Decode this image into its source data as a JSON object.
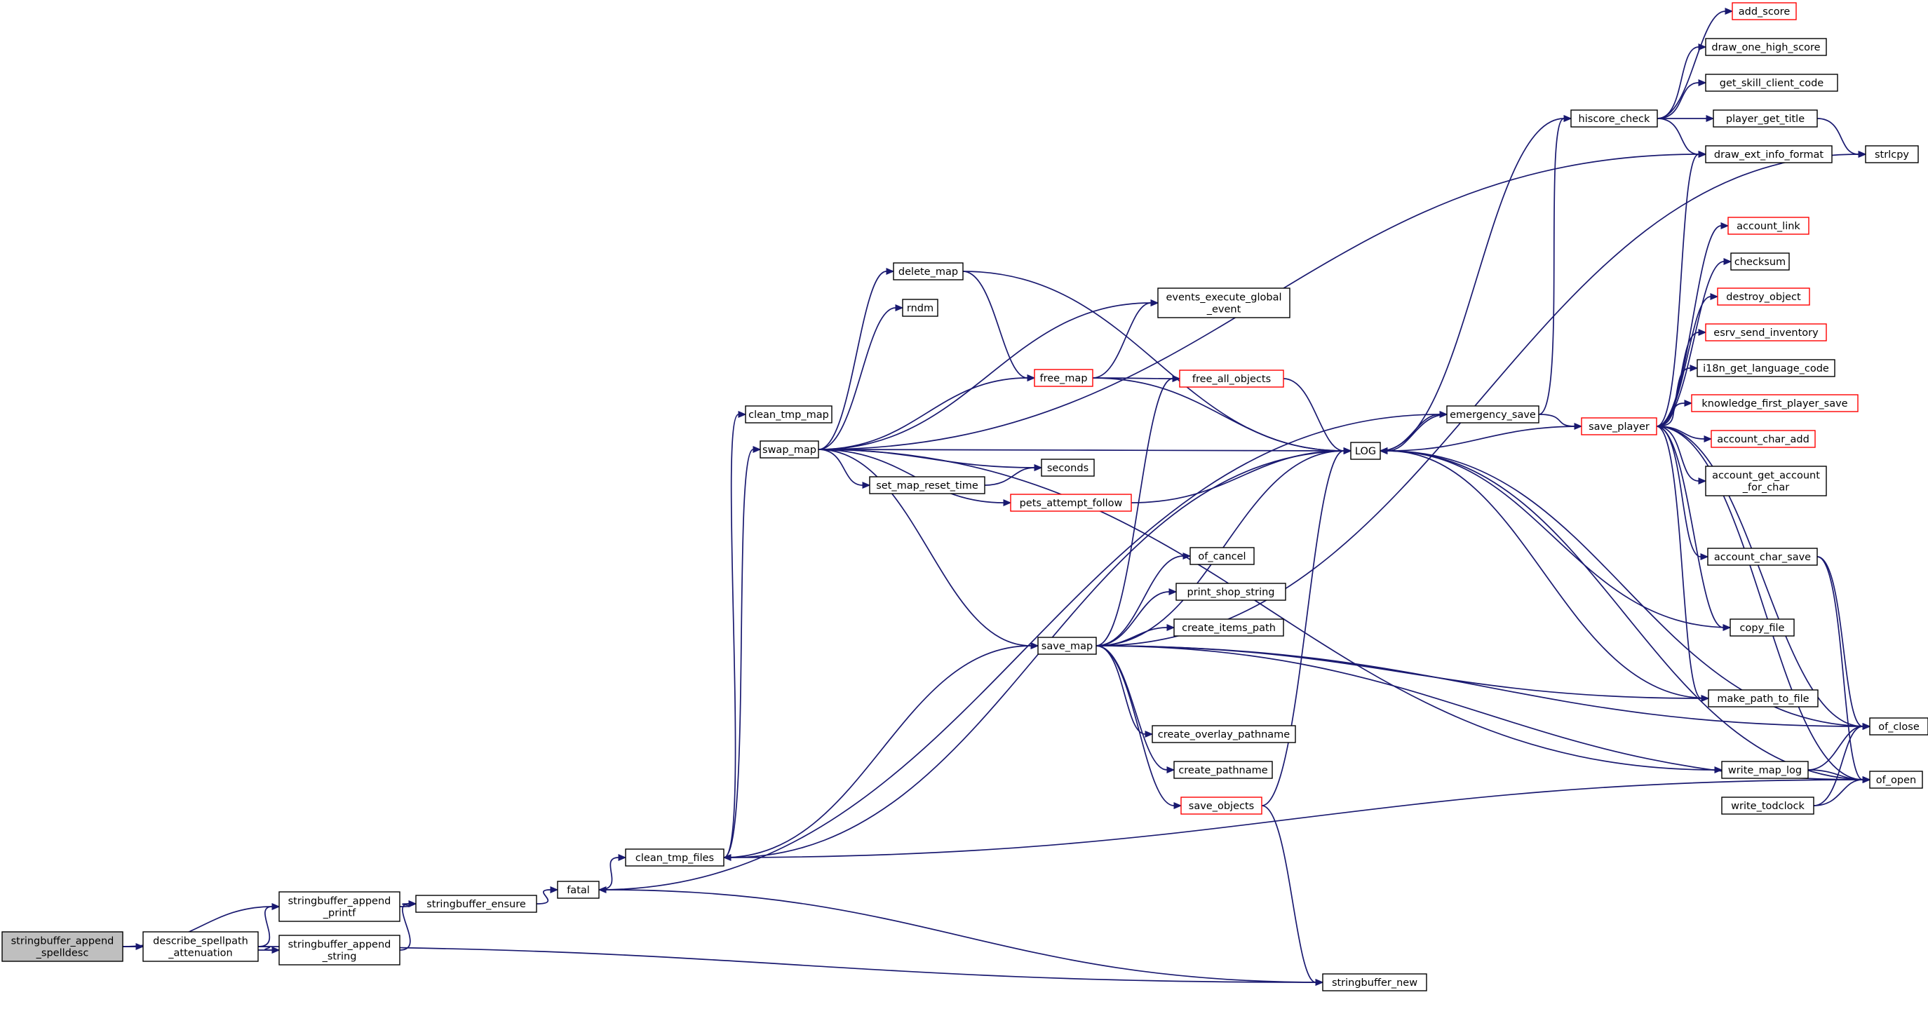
{
  "colors": {
    "edge": "#191970",
    "node_border": "#000000",
    "node_truncated_border": "#ff0000",
    "root_fill": "#bfbfbf",
    "node_fill": "#ffffff"
  },
  "nodes": [
    {
      "id": "root",
      "lines": [
        "stringbuffer_append",
        "_spelldesc"
      ],
      "style": "root"
    },
    {
      "id": "describe",
      "lines": [
        "describe_spellpath",
        "_attenuation"
      ],
      "style": "normal"
    },
    {
      "id": "sb_printf",
      "lines": [
        "stringbuffer_append",
        "_printf"
      ],
      "style": "normal"
    },
    {
      "id": "sb_string",
      "lines": [
        "stringbuffer_append",
        "_string"
      ],
      "style": "normal"
    },
    {
      "id": "sb_ensure",
      "lines": [
        "stringbuffer_ensure"
      ],
      "style": "normal"
    },
    {
      "id": "fatal",
      "lines": [
        "fatal"
      ],
      "style": "normal"
    },
    {
      "id": "clean_tmp_files",
      "lines": [
        "clean_tmp_files"
      ],
      "style": "normal"
    },
    {
      "id": "clean_tmp_map",
      "lines": [
        "clean_tmp_map"
      ],
      "style": "normal"
    },
    {
      "id": "swap_map",
      "lines": [
        "swap_map"
      ],
      "style": "normal"
    },
    {
      "id": "delete_map",
      "lines": [
        "delete_map"
      ],
      "style": "normal"
    },
    {
      "id": "rndm",
      "lines": [
        "rndm"
      ],
      "style": "normal"
    },
    {
      "id": "set_map_reset_time",
      "lines": [
        "set_map_reset_time"
      ],
      "style": "normal"
    },
    {
      "id": "save_map",
      "lines": [
        "save_map"
      ],
      "style": "normal"
    },
    {
      "id": "free_map",
      "lines": [
        "free_map"
      ],
      "style": "truncated"
    },
    {
      "id": "pets_attempt_follow",
      "lines": [
        "pets_attempt_follow"
      ],
      "style": "truncated"
    },
    {
      "id": "events_execute",
      "lines": [
        "events_execute_global",
        "_event"
      ],
      "style": "normal"
    },
    {
      "id": "free_all_objects",
      "lines": [
        "free_all_objects"
      ],
      "style": "truncated"
    },
    {
      "id": "seconds",
      "lines": [
        "seconds"
      ],
      "style": "normal"
    },
    {
      "id": "of_cancel",
      "lines": [
        "of_cancel"
      ],
      "style": "normal"
    },
    {
      "id": "print_shop_string",
      "lines": [
        "print_shop_string"
      ],
      "style": "normal"
    },
    {
      "id": "create_items_path",
      "lines": [
        "create_items_path"
      ],
      "style": "normal"
    },
    {
      "id": "create_overlay_pathname",
      "lines": [
        "create_overlay_pathname"
      ],
      "style": "normal"
    },
    {
      "id": "create_pathname",
      "lines": [
        "create_pathname"
      ],
      "style": "normal"
    },
    {
      "id": "save_objects",
      "lines": [
        "save_objects"
      ],
      "style": "truncated"
    },
    {
      "id": "stringbuffer_new",
      "lines": [
        "stringbuffer_new"
      ],
      "style": "normal"
    },
    {
      "id": "LOG",
      "lines": [
        "LOG"
      ],
      "style": "normal"
    },
    {
      "id": "emergency_save",
      "lines": [
        "emergency_save"
      ],
      "style": "normal"
    },
    {
      "id": "hiscore_check",
      "lines": [
        "hiscore_check"
      ],
      "style": "normal"
    },
    {
      "id": "save_player",
      "lines": [
        "save_player"
      ],
      "style": "truncated"
    },
    {
      "id": "write_map_log",
      "lines": [
        "write_map_log"
      ],
      "style": "normal"
    },
    {
      "id": "write_todclock",
      "lines": [
        "write_todclock"
      ],
      "style": "normal"
    },
    {
      "id": "add_score",
      "lines": [
        "add_score"
      ],
      "style": "truncated"
    },
    {
      "id": "draw_one_high_score",
      "lines": [
        "draw_one_high_score"
      ],
      "style": "normal"
    },
    {
      "id": "get_skill_client_code",
      "lines": [
        "get_skill_client_code"
      ],
      "style": "normal"
    },
    {
      "id": "player_get_title",
      "lines": [
        "player_get_title"
      ],
      "style": "normal"
    },
    {
      "id": "draw_ext_info_format",
      "lines": [
        "draw_ext_info_format"
      ],
      "style": "normal"
    },
    {
      "id": "strlcpy",
      "lines": [
        "strlcpy"
      ],
      "style": "normal"
    },
    {
      "id": "account_link",
      "lines": [
        "account_link"
      ],
      "style": "truncated"
    },
    {
      "id": "checksum",
      "lines": [
        "checksum"
      ],
      "style": "normal"
    },
    {
      "id": "destroy_object",
      "lines": [
        "destroy_object"
      ],
      "style": "truncated"
    },
    {
      "id": "esrv_send_inventory",
      "lines": [
        "esrv_send_inventory"
      ],
      "style": "truncated"
    },
    {
      "id": "i18n_get_language_code",
      "lines": [
        "i18n_get_language_code"
      ],
      "style": "normal"
    },
    {
      "id": "knowledge_first_player_save",
      "lines": [
        "knowledge_first_player_save"
      ],
      "style": "truncated"
    },
    {
      "id": "account_char_add",
      "lines": [
        "account_char_add"
      ],
      "style": "truncated"
    },
    {
      "id": "account_get_account_for_char",
      "lines": [
        "account_get_account",
        "_for_char"
      ],
      "style": "normal"
    },
    {
      "id": "account_char_save",
      "lines": [
        "account_char_save"
      ],
      "style": "normal"
    },
    {
      "id": "copy_file",
      "lines": [
        "copy_file"
      ],
      "style": "normal"
    },
    {
      "id": "make_path_to_file",
      "lines": [
        "make_path_to_file"
      ],
      "style": "normal"
    },
    {
      "id": "of_close",
      "lines": [
        "of_close"
      ],
      "style": "normal"
    },
    {
      "id": "of_open",
      "lines": [
        "of_open"
      ],
      "style": "normal"
    }
  ],
  "edges": [
    [
      "root",
      "describe"
    ],
    [
      "root",
      "sb_printf"
    ],
    [
      "root",
      "sb_string"
    ],
    [
      "describe",
      "sb_printf"
    ],
    [
      "describe",
      "sb_string"
    ],
    [
      "describe",
      "stringbuffer_new"
    ],
    [
      "sb_printf",
      "sb_ensure"
    ],
    [
      "sb_string",
      "sb_ensure"
    ],
    [
      "sb_ensure",
      "fatal"
    ],
    [
      "fatal",
      "clean_tmp_files"
    ],
    [
      "fatal",
      "emergency_save"
    ],
    [
      "clean_tmp_files",
      "clean_tmp_map"
    ],
    [
      "clean_tmp_files",
      "swap_map"
    ],
    [
      "clean_tmp_files",
      "save_map"
    ],
    [
      "clean_tmp_files",
      "of_open"
    ],
    [
      "swap_map",
      "delete_map"
    ],
    [
      "swap_map",
      "rndm"
    ],
    [
      "swap_map",
      "events_execute"
    ],
    [
      "swap_map",
      "free_map"
    ],
    [
      "swap_map",
      "LOG"
    ],
    [
      "swap_map",
      "seconds"
    ],
    [
      "swap_map",
      "set_map_reset_time"
    ],
    [
      "swap_map",
      "pets_attempt_follow"
    ],
    [
      "swap_map",
      "save_map"
    ],
    [
      "swap_map",
      "write_map_log"
    ],
    [
      "swap_map",
      "draw_ext_info_format"
    ],
    [
      "delete_map",
      "free_map"
    ],
    [
      "delete_map",
      "LOG"
    ],
    [
      "free_map",
      "events_execute"
    ],
    [
      "free_map",
      "free_all_objects"
    ],
    [
      "free_map",
      "LOG"
    ],
    [
      "set_map_reset_time",
      "seconds"
    ],
    [
      "pets_attempt_follow",
      "LOG"
    ],
    [
      "free_all_objects",
      "LOG"
    ],
    [
      "save_map",
      "free_all_objects"
    ],
    [
      "save_map",
      "LOG"
    ],
    [
      "save_map",
      "of_cancel"
    ],
    [
      "save_map",
      "print_shop_string"
    ],
    [
      "save_map",
      "create_items_path"
    ],
    [
      "save_map",
      "create_overlay_pathname"
    ],
    [
      "save_map",
      "create_pathname"
    ],
    [
      "save_map",
      "save_objects"
    ],
    [
      "save_map",
      "make_path_to_file"
    ],
    [
      "save_map",
      "of_close"
    ],
    [
      "save_map",
      "of_open"
    ],
    [
      "save_map",
      "strlcpy"
    ],
    [
      "save_objects",
      "LOG"
    ],
    [
      "save_objects",
      "stringbuffer_new"
    ],
    [
      "stringbuffer_new",
      "fatal"
    ],
    [
      "LOG",
      "clean_tmp_files"
    ],
    [
      "LOG",
      "emergency_save"
    ],
    [
      "LOG",
      "hiscore_check"
    ],
    [
      "emergency_save",
      "LOG"
    ],
    [
      "emergency_save",
      "hiscore_check"
    ],
    [
      "emergency_save",
      "save_player"
    ],
    [
      "hiscore_check",
      "add_score"
    ],
    [
      "hiscore_check",
      "draw_one_high_score"
    ],
    [
      "hiscore_check",
      "get_skill_client_code"
    ],
    [
      "hiscore_check",
      "player_get_title"
    ],
    [
      "hiscore_check",
      "draw_ext_info_format"
    ],
    [
      "player_get_title",
      "strlcpy"
    ],
    [
      "save_player",
      "LOG"
    ],
    [
      "save_player",
      "draw_ext_info_format"
    ],
    [
      "save_player",
      "account_link"
    ],
    [
      "save_player",
      "checksum"
    ],
    [
      "save_player",
      "destroy_object"
    ],
    [
      "save_player",
      "esrv_send_inventory"
    ],
    [
      "save_player",
      "i18n_get_language_code"
    ],
    [
      "save_player",
      "knowledge_first_player_save"
    ],
    [
      "save_player",
      "account_char_add"
    ],
    [
      "save_player",
      "account_get_account_for_char"
    ],
    [
      "save_player",
      "account_char_save"
    ],
    [
      "save_player",
      "copy_file"
    ],
    [
      "save_player",
      "make_path_to_file"
    ],
    [
      "save_player",
      "of_close"
    ],
    [
      "save_player",
      "of_open"
    ],
    [
      "account_char_save",
      "of_close"
    ],
    [
      "account_char_save",
      "of_open"
    ],
    [
      "copy_file",
      "LOG"
    ],
    [
      "make_path_to_file",
      "LOG"
    ],
    [
      "of_close",
      "LOG"
    ],
    [
      "of_open",
      "LOG"
    ],
    [
      "write_map_log",
      "of_close"
    ],
    [
      "write_map_log",
      "of_open"
    ],
    [
      "write_todclock",
      "of_close"
    ],
    [
      "write_todclock",
      "of_open"
    ]
  ]
}
